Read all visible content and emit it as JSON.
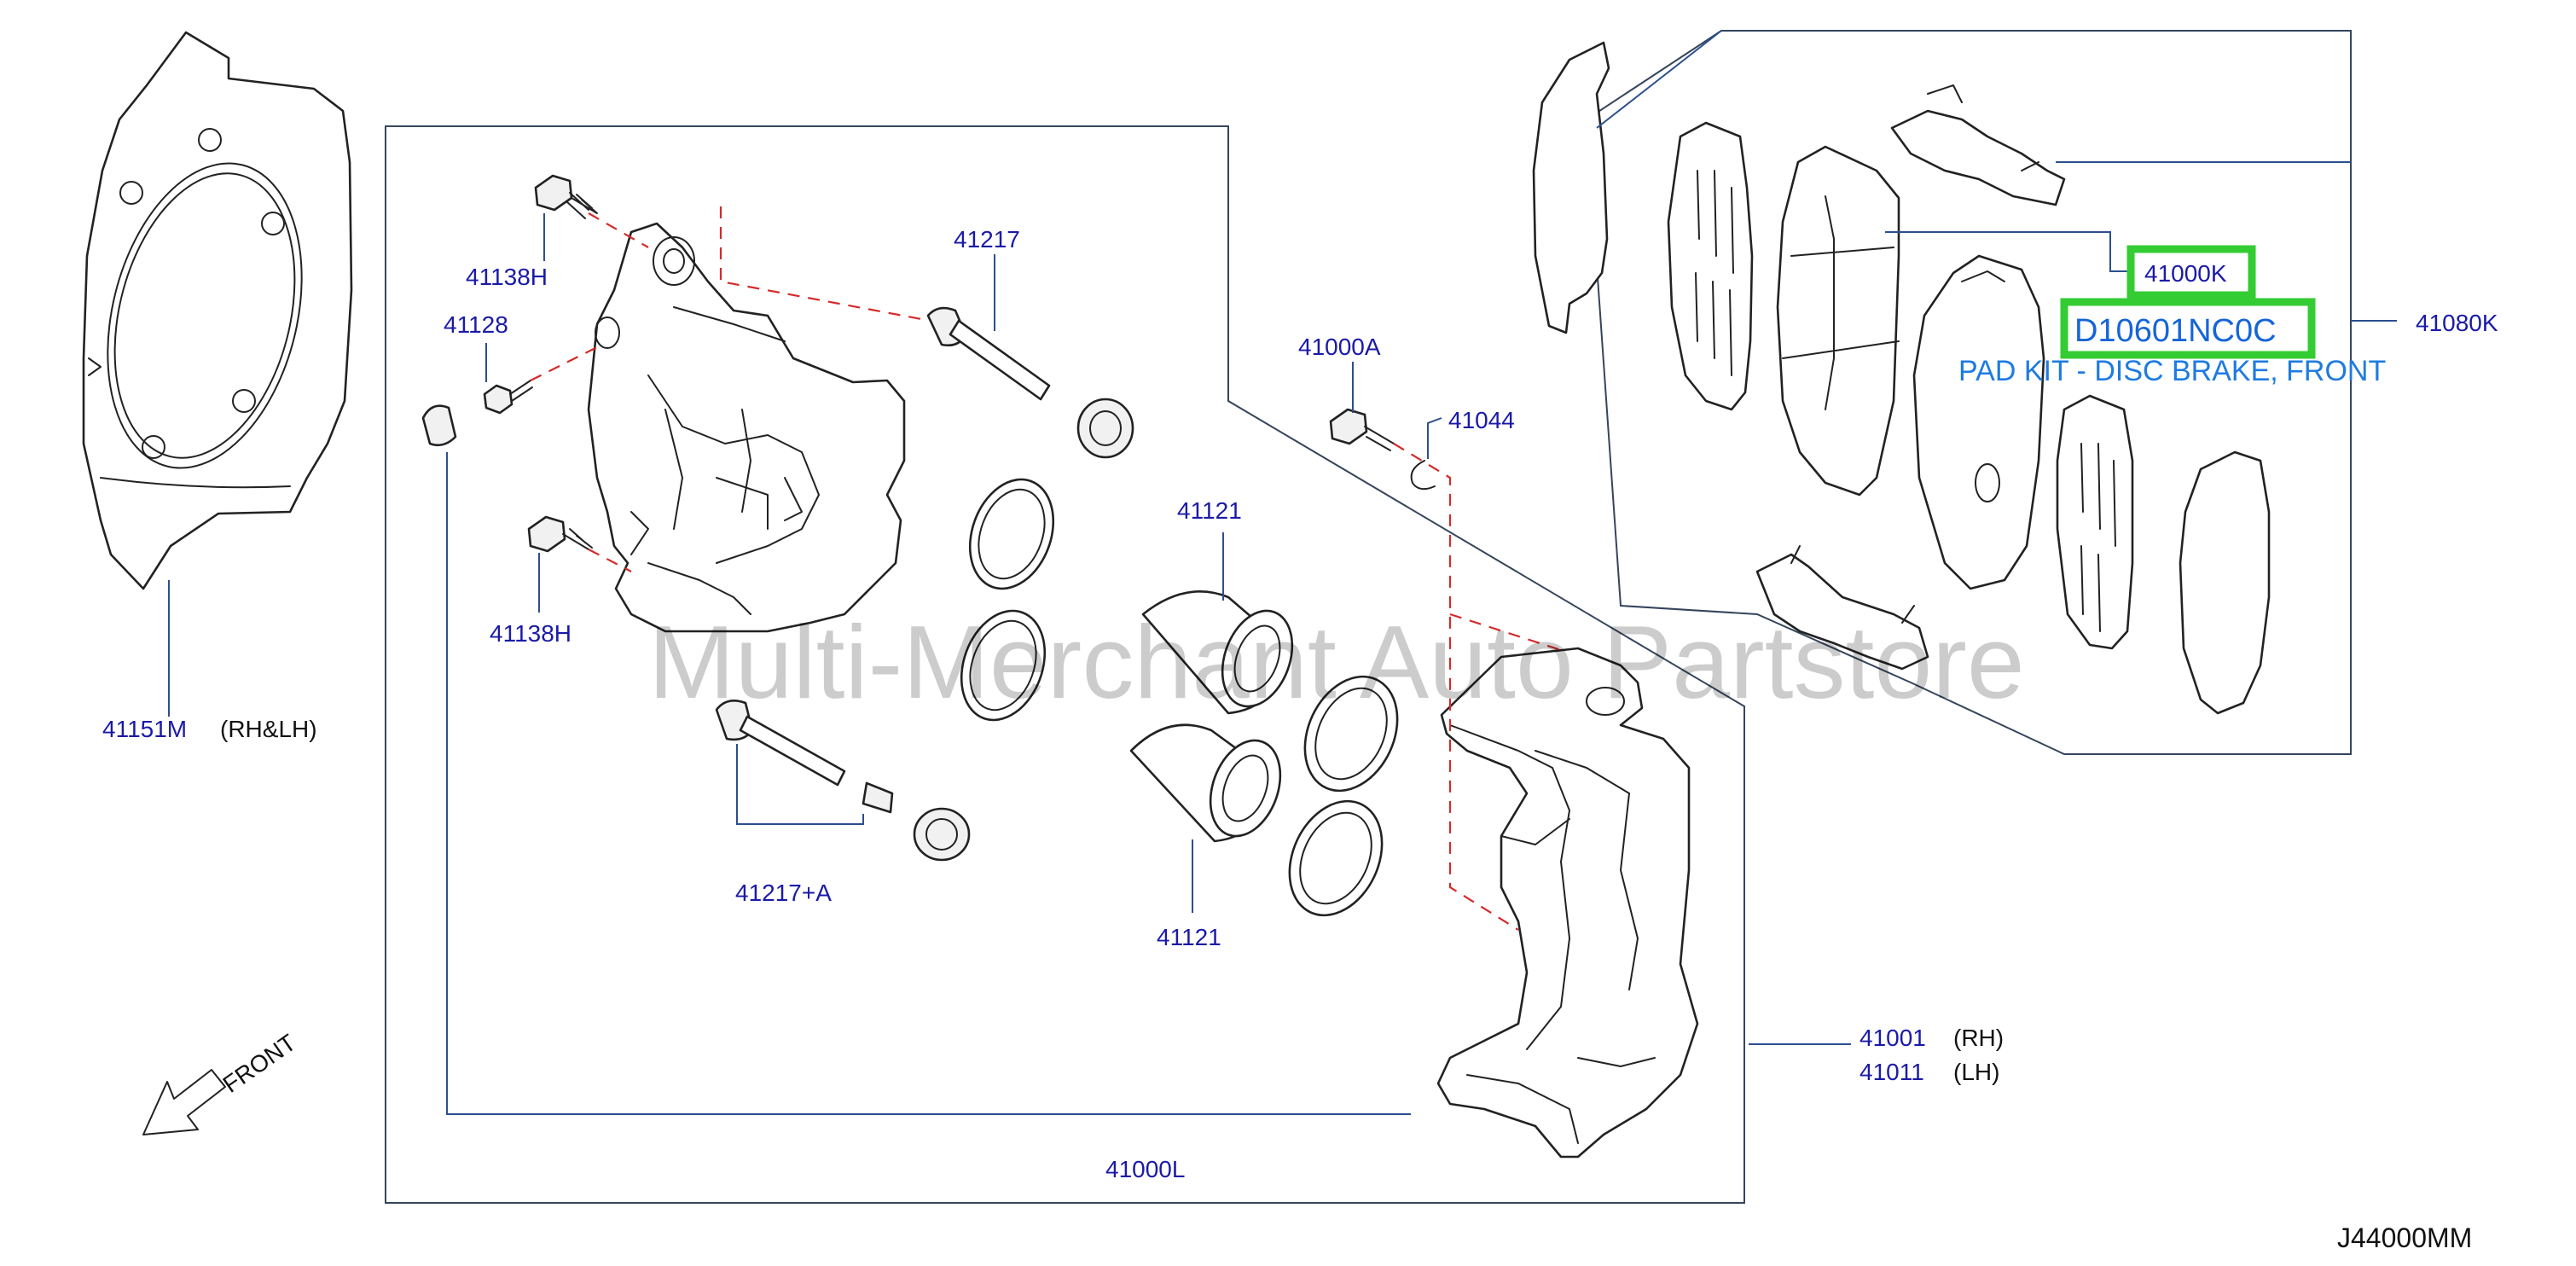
{
  "labels": {
    "p41151m": "41151M",
    "p41151m_note": "(RH&LH)",
    "p41138h_top": "41138H",
    "p41128": "41128",
    "p41138h_bottom": "41138H",
    "p41217": "41217",
    "p41217a": "41217+A",
    "p41121_top": "41121",
    "p41121_bottom": "41121",
    "p41000a": "41000A",
    "p41044": "41044",
    "p41001": "41001",
    "p41001_note": "(RH)",
    "p41011": "41011",
    "p41011_note": "(LH)",
    "p41000l": "41000L",
    "p41000k": "41000K",
    "p41080k": "41080K",
    "front": "FRONT"
  },
  "highlight": {
    "part_number": "D10601NC0C",
    "description": "PAD KIT - DISC BRAKE, FRONT"
  },
  "watermark": "Multi-Merchant Auto Partstore",
  "diagram_code": "J44000MM",
  "colors": {
    "label": "#1a1aa8",
    "leader": "#2b4f8e",
    "dashed": "#d42a2a",
    "highlight": "#33cc33",
    "highlight_text": "#1565d8"
  }
}
